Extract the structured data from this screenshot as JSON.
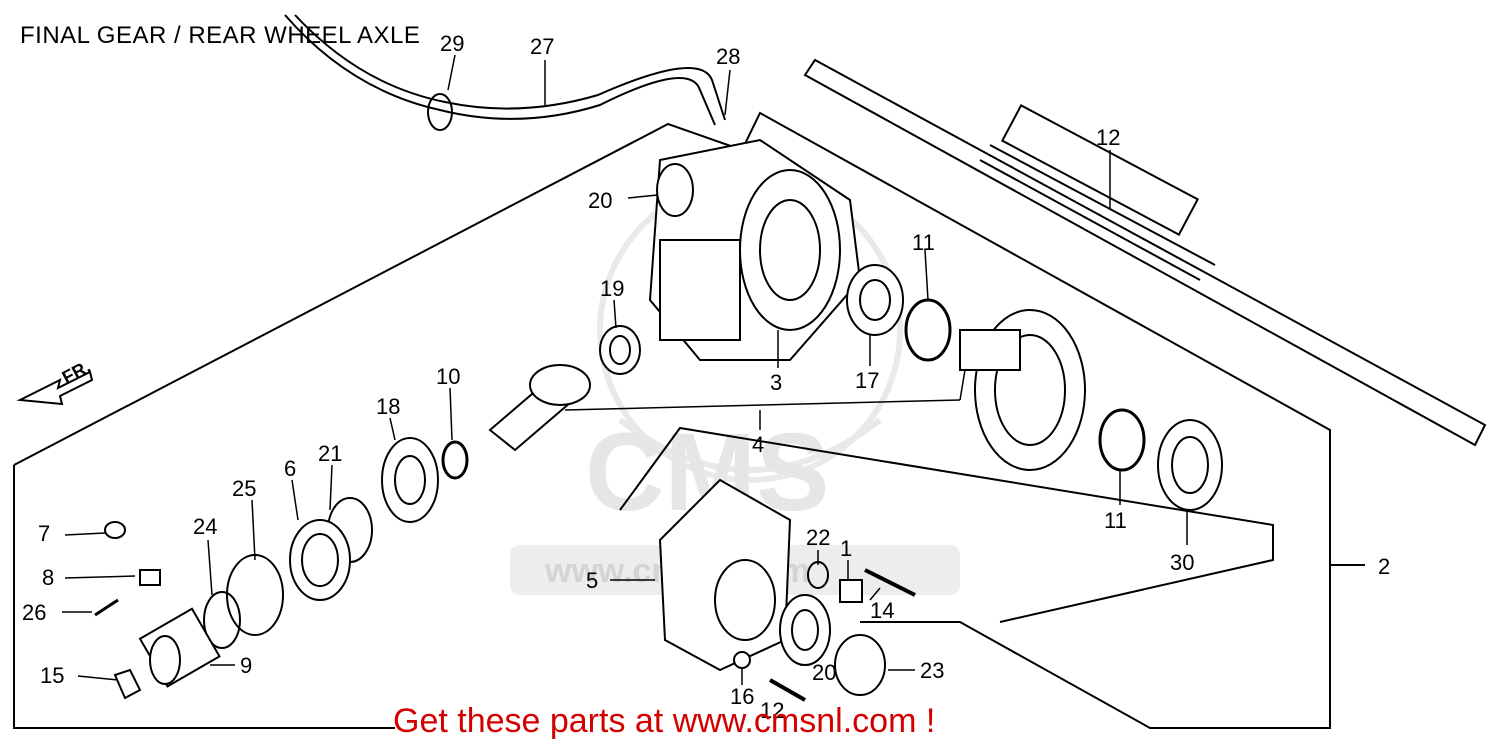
{
  "title": "FINAL GEAR / REAR WHEEL AXLE",
  "direction_label": "FR.",
  "watermark": "CMS",
  "watermark_url": "www.cmsnl.com",
  "promo": "Get these parts at www.cmsnl.com !",
  "callouts": {
    "c1": "1",
    "c2": "2",
    "c3": "3",
    "c4": "4",
    "c5": "5",
    "c6": "6",
    "c7": "7",
    "c8": "8",
    "c9": "9",
    "c10": "10",
    "c11a": "11",
    "c11b": "11",
    "c12a": "12",
    "c12b": "12",
    "c14": "14",
    "c15": "15",
    "c16": "16",
    "c17": "17",
    "c18": "18",
    "c19": "19",
    "c20a": "20",
    "c20b": "20",
    "c21": "21",
    "c22": "22",
    "c23": "23",
    "c24": "24",
    "c25": "25",
    "c26": "26",
    "c27": "27",
    "c28": "28",
    "c29": "29",
    "c30": "30"
  }
}
